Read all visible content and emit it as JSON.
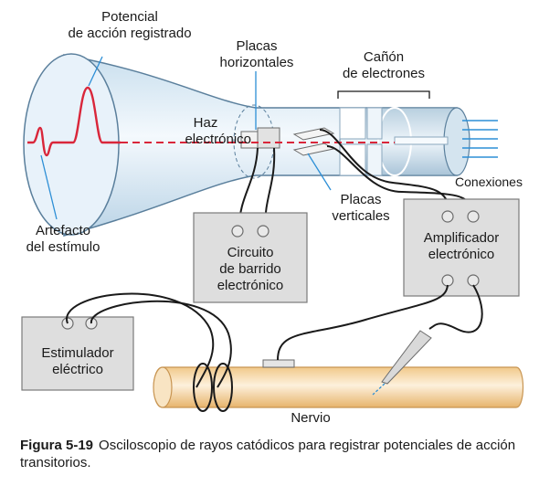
{
  "labels": {
    "potential_line1": "Potencial",
    "potential_line2": "de acción registrado",
    "plates_h_line1": "Placas",
    "plates_h_line2": "horizontales",
    "gun_line1": "Cañón",
    "gun_line2": "de electrones",
    "beam_line1": "Haz",
    "beam_line2": "electrónico",
    "connections": "Conexiones",
    "plates_v_line1": "Placas",
    "plates_v_line2": "verticales",
    "artifact_line1": "Artefacto",
    "artifact_line2": "del estímulo",
    "nerve": "Nervio"
  },
  "boxes": {
    "sweep": {
      "line1": "Circuito",
      "line2": "de barrido",
      "line3": "electrónico"
    },
    "amplifier": {
      "line1": "Amplificador",
      "line2": "electrónico"
    },
    "stimulator": {
      "line1": "Estimulador",
      "line2": "eléctrico"
    }
  },
  "caption": {
    "figure": "Figura 5-19",
    "text": "Osciloscopio de rayos catódicos para registrar potenciales de acción transitorios."
  },
  "colors": {
    "signal": "#d9263a",
    "leader": "#2d8fd6",
    "tube": "#dcebf6",
    "box": "#dedede",
    "nerve": "#f6d8a8"
  }
}
